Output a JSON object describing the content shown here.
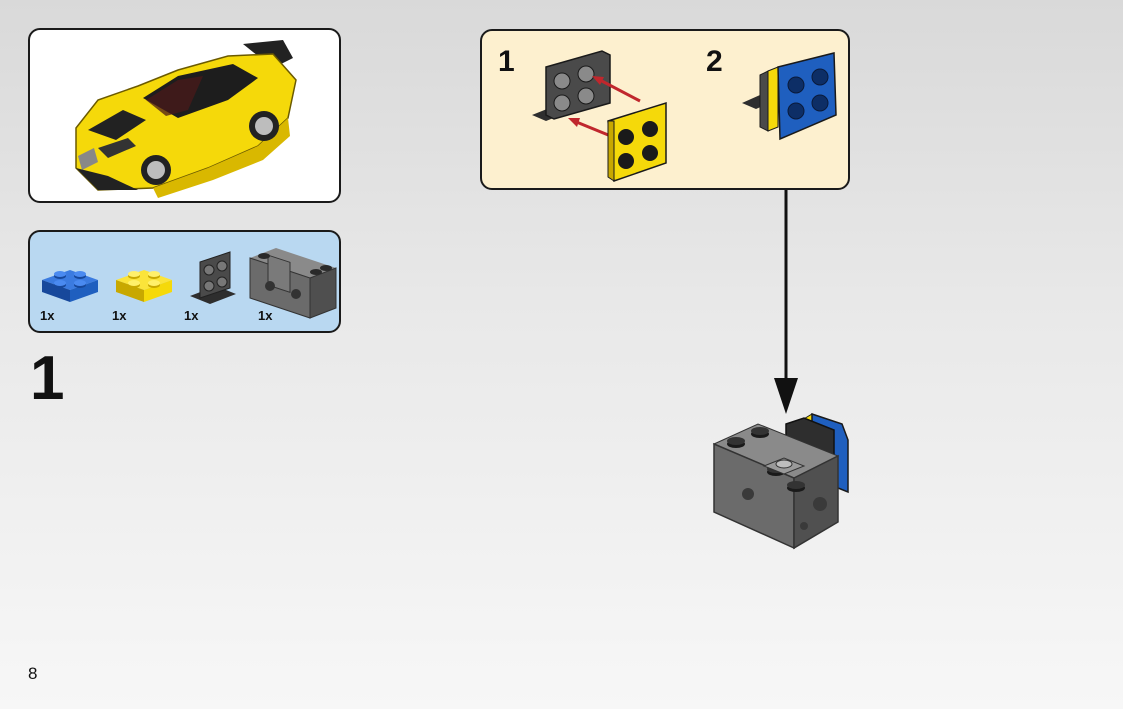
{
  "parts_list": [
    {
      "name": "blue-plate-2x2",
      "qty": "1x",
      "color": "#1f5fbf"
    },
    {
      "name": "yellow-plate-2x2",
      "qty": "1x",
      "color": "#f5d90a"
    },
    {
      "name": "dark-gray-bracket-2x2",
      "qty": "1x",
      "color": "#4a4a4a"
    },
    {
      "name": "dark-gray-brick-2x4-bracket",
      "qty": "1x",
      "color": "#6b6b6b"
    }
  ],
  "step_number": "1",
  "substeps": [
    {
      "number": "1"
    },
    {
      "number": "2"
    }
  ],
  "page_number": "8",
  "colors": {
    "car_yellow": "#f5d90a",
    "parts_panel_bg": "#b9d8f1",
    "substep_panel_bg": "#fdf0cf",
    "arrow_red": "#c0272d",
    "lego_blue": "#1f5fbf",
    "lego_dark_gray": "#4a4a4a",
    "lego_gray": "#6b6b6b"
  }
}
